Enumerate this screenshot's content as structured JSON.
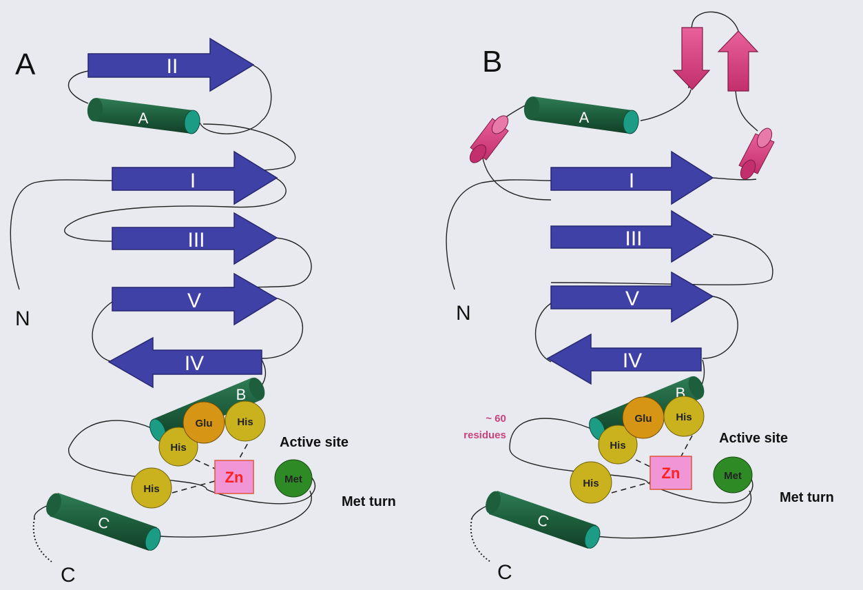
{
  "colors": {
    "background": "#e9eaef",
    "beta_strand": "#3f41a6",
    "helix": "#1d5e3c",
    "helix_cap": "#1c9c84",
    "insertion": "#d63c79",
    "his_residue": "#c9b21e",
    "glu_residue": "#d69514",
    "met_residue": "#2e8a25",
    "zinc_fill": "#f095d5",
    "zinc_text": "#ff2020"
  },
  "panel_a": {
    "label": "A",
    "n_terminus": "N",
    "c_terminus": "C",
    "strands": [
      "II",
      "I",
      "III",
      "V",
      "IV"
    ],
    "helices": [
      "A",
      "B",
      "C"
    ],
    "residues": {
      "glu": "Glu",
      "his_1": "His",
      "his_2": "His",
      "his_3": "His",
      "met": "Met",
      "zinc": "Zn"
    },
    "active_site_label": "Active site",
    "met_turn_label": "Met turn"
  },
  "panel_b": {
    "label": "B",
    "n_terminus": "N",
    "c_terminus": "C",
    "strands": [
      "I",
      "III",
      "V",
      "IV"
    ],
    "helices": [
      "A",
      "B",
      "C"
    ],
    "residues": {
      "glu": "Glu",
      "his_1": "His",
      "his_2": "His",
      "his_3": "His",
      "met": "Met",
      "zinc": "Zn"
    },
    "active_site_label": "Active site",
    "met_turn_label": "Met turn",
    "insertion_note_line1": "~ 60",
    "insertion_note_line2": "residues"
  }
}
